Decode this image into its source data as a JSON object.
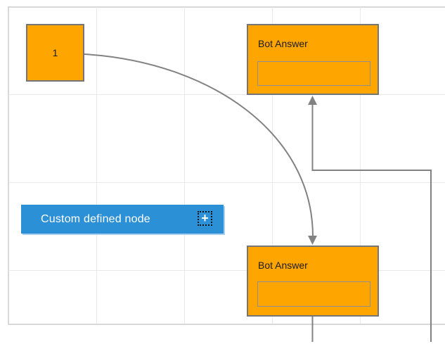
{
  "diagram": {
    "nodes": [
      {
        "id": "start",
        "type": "square",
        "label": "1"
      },
      {
        "id": "bot-answer-top",
        "type": "bot-answer",
        "title": "Bot Answer",
        "field_value": ""
      },
      {
        "id": "bot-answer-bottom",
        "type": "bot-answer",
        "title": "Bot Answer",
        "field_value": ""
      },
      {
        "id": "custom-palette-item",
        "type": "palette-item",
        "label": "Custom defined node",
        "add_button": "+"
      }
    ],
    "connections": [
      {
        "from": "start",
        "to": "bot-answer-bottom",
        "style": "curved",
        "arrow": "down"
      },
      {
        "from": "offscreen-bottom",
        "to": "bot-answer-top",
        "style": "orthogonal",
        "arrow": "up"
      },
      {
        "from": "bot-answer-bottom",
        "to": "offscreen-bottom",
        "style": "straight",
        "arrow": "none"
      }
    ]
  },
  "colors": {
    "node_orange": "#FFA500",
    "node_border": "#757575",
    "accent_blue": "#2C90D6",
    "connector_gray": "#828282",
    "grid_line": "#E9E9E9",
    "canvas_border": "#D8D8D8",
    "node_text": "#1C1C1C",
    "palette_text": "#FFFFFF",
    "field_border": "#8F8F8F",
    "palette_shadow": "#A8CFEE"
  }
}
